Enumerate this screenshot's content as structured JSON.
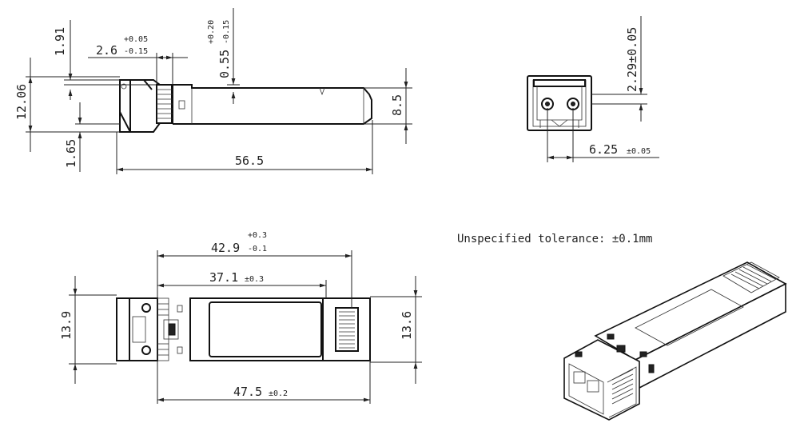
{
  "side_view": {
    "dim_1_91": "1.91",
    "dim_2_6": "2.6",
    "dim_2_6_plus": "+0.05",
    "dim_2_6_minus": "-0.15",
    "dim_0_55": "0.55",
    "dim_0_55_plus": "+0.20",
    "dim_0_55_minus": "-0.15",
    "dim_12_06": "12.06",
    "dim_1_65": "1.65",
    "dim_8_5": "8.5",
    "dim_56_5": "56.5"
  },
  "front_view": {
    "dim_2_29": "2.29±0.05",
    "dim_6_25": "6.25",
    "dim_6_25_tol": "±0.05"
  },
  "top_view": {
    "dim_42_9": "42.9",
    "dim_42_9_plus": "+0.3",
    "dim_42_9_minus": "-0.1",
    "dim_37_1": "37.1",
    "dim_37_1_tol": "±0.3",
    "dim_13_9": "13.9",
    "dim_13_6": "13.6",
    "dim_47_5": "47.5",
    "dim_47_5_tol": "±0.2"
  },
  "note": "Unspecified tolerance: ±0.1mm"
}
